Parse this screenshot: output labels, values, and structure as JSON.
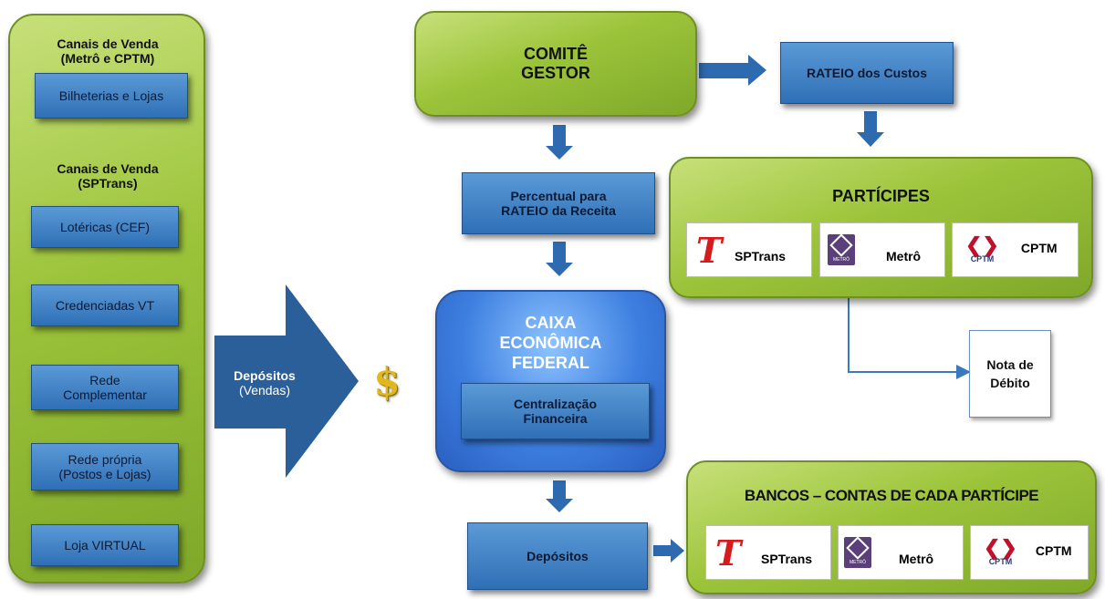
{
  "left_panel": {
    "metro_title": "Canais de Venda\n(Metrô e CPTM)",
    "bilheterias": "Bilheterias e Lojas",
    "sptrans_title": "Canais de Venda\n(SPTrans)",
    "items": [
      "Lotéricas (CEF)",
      "Credenciadas VT",
      "Rede\nComplementar",
      "Rede própria\n(Postos e Lojas)",
      "Loja VIRTUAL"
    ]
  },
  "big_arrow": {
    "bold": "Depósitos",
    "sub": "(Vendas)"
  },
  "dollar": "$",
  "comite": "COMITÊ\nGESTOR",
  "rateio_custos": "RATEIO dos Custos",
  "percentual": "Percentual para\nRATEIO da Receita",
  "caixa": {
    "title": "CAIXA\nECONÔMICA\nFEDERAL",
    "inner": "Centralização\nFinanceira"
  },
  "depositos": "Depósitos",
  "participes": {
    "title": "PARTÍCIPES",
    "cards": [
      {
        "logo_text": "T",
        "name": "SPTrans"
      },
      {
        "logo_text": "METRÔ",
        "name": "Metrô"
      },
      {
        "logo_text": "CPTM",
        "name": "CPTM"
      }
    ]
  },
  "nota": "Nota de\nDébito",
  "bancos": {
    "title": "BANCOS – CONTAS DE CADA PARTÍCIPE",
    "cards": [
      {
        "logo_text": "T",
        "name": "SPTrans"
      },
      {
        "logo_text": "METRÔ",
        "name": "Metrô"
      },
      {
        "logo_text": "CPTM",
        "name": "CPTM"
      }
    ]
  },
  "colors": {
    "green": "#9cc43a",
    "blue": "#2f6fb6",
    "arrow_blue": "#2e6ab0"
  }
}
